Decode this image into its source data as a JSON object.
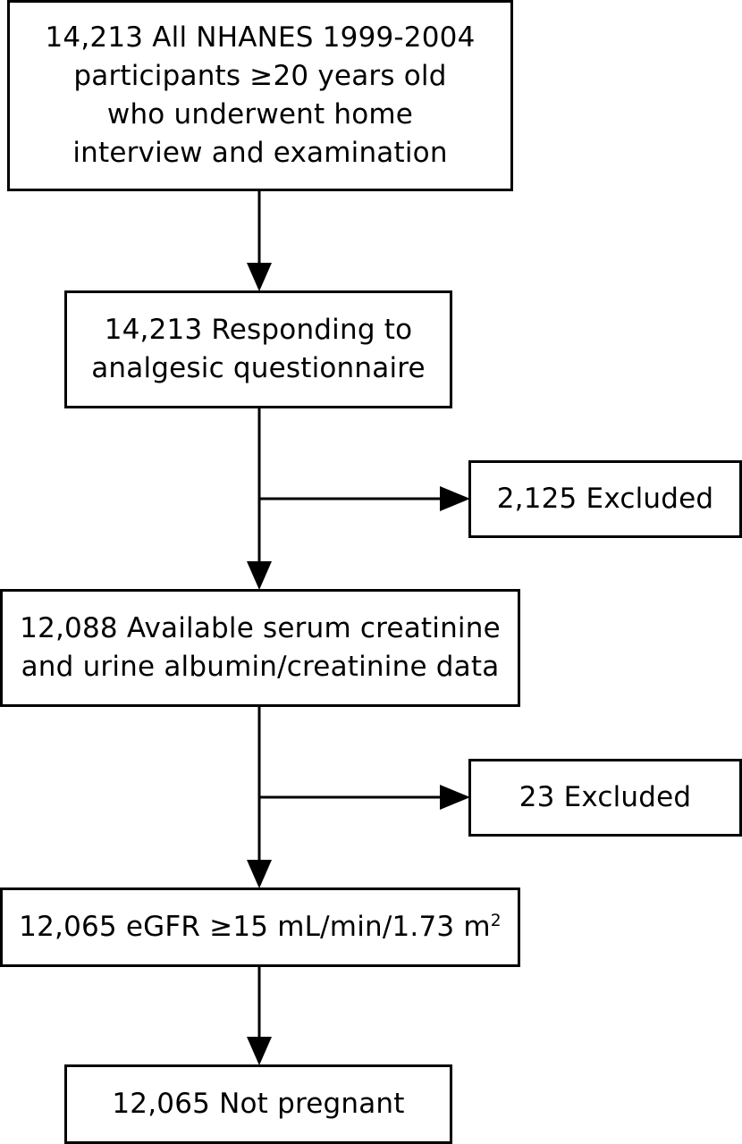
{
  "flowchart": {
    "box1": {
      "lines": [
        "14,213 All NHANES 1999-2004",
        "participants ≥20 years old",
        "who underwent home",
        "interview and examination"
      ]
    },
    "box2": {
      "lines": [
        "14,213 Responding to",
        "analgesic questionnaire"
      ]
    },
    "exclusion1": {
      "text": "2,125 Excluded"
    },
    "box3": {
      "lines": [
        "12,088 Available serum creatinine",
        "and urine albumin/creatinine data"
      ]
    },
    "exclusion2": {
      "text": "23 Excluded"
    },
    "box4": {
      "text": "12,065 eGFR ≥15 mL/min/1.73 m",
      "superscript": "2"
    },
    "box5": {
      "text": "12,065 Not pregnant"
    }
  },
  "colors": {
    "line": "#000000",
    "background": "#ffffff"
  }
}
